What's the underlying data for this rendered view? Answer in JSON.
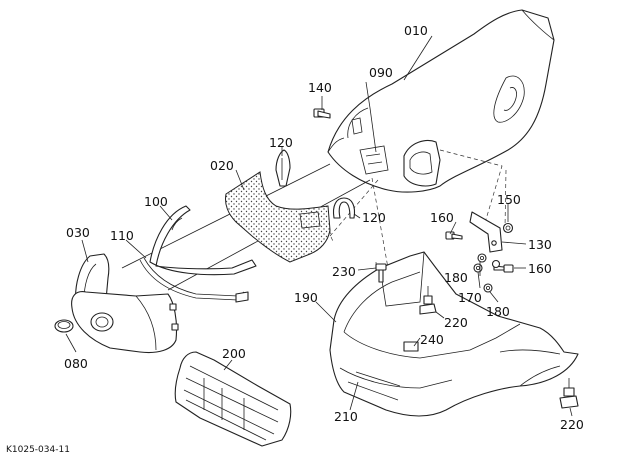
{
  "diagram": {
    "doc_code": "K1025-034-11",
    "callouts": {
      "c010": "010",
      "c090": "090",
      "c140": "140",
      "c120a": "120",
      "c120b": "120",
      "c020": "020",
      "c100": "100",
      "c110": "110",
      "c030": "030",
      "c080": "080",
      "c200": "200",
      "c150": "150",
      "c160a": "160",
      "c130": "130",
      "c160b": "160",
      "c230": "230",
      "c180a": "180",
      "c170": "170",
      "c180b": "180",
      "c190": "190",
      "c220a": "220",
      "c240": "240",
      "c210": "210",
      "c220b": "220"
    }
  }
}
